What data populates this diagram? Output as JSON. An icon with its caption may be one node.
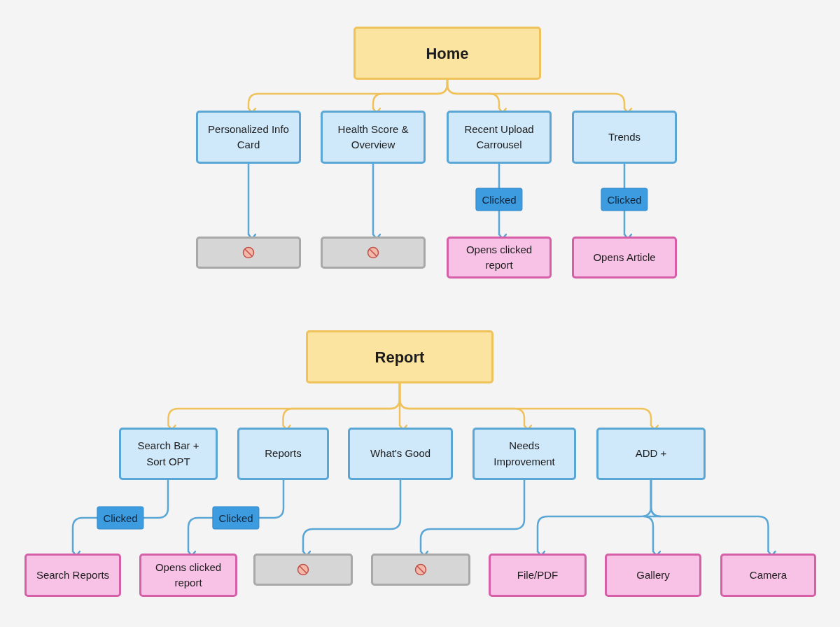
{
  "diagram": {
    "nodes": [
      {
        "text": [
          "Home"
        ]
      },
      {
        "text": [
          "Personalized Info Card"
        ]
      },
      {
        "text": [
          "Health Score & Overview"
        ]
      },
      {
        "text": [
          "Recent Upload Carrousel"
        ]
      },
      {
        "text": [
          "Trends"
        ]
      },
      {
        "text": [],
        "shape": "box"
      },
      {
        "text": [],
        "shape": "box"
      },
      {
        "text": [
          "Opens clicked report"
        ]
      },
      {
        "text": [
          "Opens Article"
        ]
      },
      {
        "text": [
          "Report"
        ]
      },
      {
        "text": [
          "Search Bar + Sort OPT"
        ]
      },
      {
        "text": [
          "Reports"
        ]
      },
      {
        "text": [
          "What's Good"
        ]
      },
      {
        "text": [
          "Needs Improvement"
        ]
      },
      {
        "text": [
          "ADD +"
        ]
      },
      {
        "text": [
          "Search Reports"
        ]
      },
      {
        "text": [
          "Opens clicked report"
        ]
      },
      {
        "text": [],
        "shape": "box"
      },
      {
        "text": [],
        "shape": "box"
      },
      {
        "text": [
          "File/PDF"
        ]
      },
      {
        "text": [
          "Gallery"
        ]
      },
      {
        "text": [
          "Camera"
        ]
      }
    ],
    "edges": [
      {
        "from": 0,
        "to": 1,
        "arrow": "to",
        "color": "#f0c25c"
      },
      {
        "from": 0,
        "to": 2,
        "arrow": "to",
        "color": "#f0c25c"
      },
      {
        "from": 0,
        "to": 3,
        "arrow": "to",
        "color": "#f0c25c"
      },
      {
        "from": 0,
        "to": 4,
        "arrow": "to",
        "color": "#f0c25c"
      },
      {
        "from": 1,
        "to": 5,
        "arrow": "to"
      },
      {
        "from": 2,
        "to": 6,
        "arrow": "to"
      },
      {
        "from": 3,
        "to": 7,
        "arrow": "to",
        "label": "Clicked"
      },
      {
        "from": 4,
        "to": 8,
        "arrow": "to",
        "label": "Clicked"
      },
      {
        "from": 9,
        "to": 10,
        "arrow": "to",
        "color": "#f0c25c"
      },
      {
        "from": 9,
        "to": 11,
        "arrow": "to",
        "color": "#f0c25c"
      },
      {
        "from": 9,
        "to": 12,
        "arrow": "to",
        "color": "#f0c25c"
      },
      {
        "from": 9,
        "to": 13,
        "arrow": "to",
        "color": "#f0c25c"
      },
      {
        "from": 9,
        "to": 14,
        "arrow": "to",
        "color": "#f0c25c"
      },
      {
        "from": 10,
        "to": 15,
        "arrow": "to",
        "label": "Clicked"
      },
      {
        "from": 11,
        "to": 16,
        "arrow": "to",
        "label": "Clicked"
      },
      {
        "from": 12,
        "to": 17,
        "arrow": "to"
      },
      {
        "from": 13,
        "to": 18,
        "arrow": "to"
      },
      {
        "from": 14,
        "to": 19,
        "arrow": "to"
      },
      {
        "from": 14,
        "to": 20,
        "arrow": "to"
      },
      {
        "from": 14,
        "to": 21,
        "arrow": "to"
      }
    ]
  }
}
